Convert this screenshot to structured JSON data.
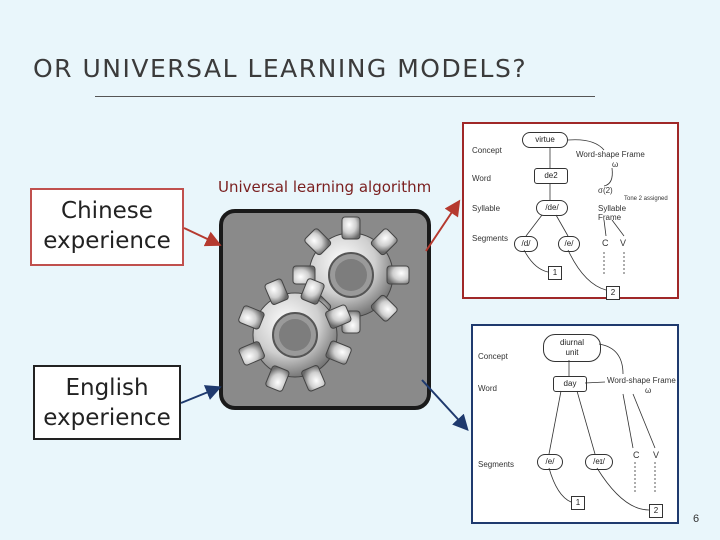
{
  "title": "OR UNIVERSAL LEARNING MODELS?",
  "chinese_box": {
    "line1": "Chinese",
    "line2": "experience"
  },
  "english_box": {
    "line1": "English",
    "line2": "experience"
  },
  "algorithm_label": "Universal learning algorithm",
  "chinese_panel": {
    "levels": [
      "Concept",
      "Word",
      "Syllable",
      "Segments"
    ],
    "concept_node": "virtue",
    "word_node": "de2",
    "syllable_node": "/de/",
    "segments": [
      "/d/",
      "/e/"
    ],
    "cv": [
      "C",
      "V"
    ],
    "frame_label": "Word-shape Frame",
    "frame_sub": "ω",
    "syllable_frame": "Syllable Frame",
    "sigma": "σ(2)",
    "tone_note": "Tone 2 assigned",
    "slots": [
      "1",
      "2"
    ]
  },
  "english_panel": {
    "levels": [
      "Concept",
      "Word",
      "Segments"
    ],
    "concept_node_line1": "diurnal",
    "concept_node_line2": "unit",
    "word_node": "day",
    "segments": [
      "/e/",
      "/eɪ/"
    ],
    "cv": [
      "C",
      "V"
    ],
    "frame_label": "Word-shape Frame",
    "frame_sub": "ω",
    "slots": [
      "1",
      "2"
    ]
  },
  "page_number": "6",
  "colors": {
    "chinese_accent": "#c0504d",
    "english_accent": "#1f3a6e",
    "background": "#e9f6fb"
  }
}
